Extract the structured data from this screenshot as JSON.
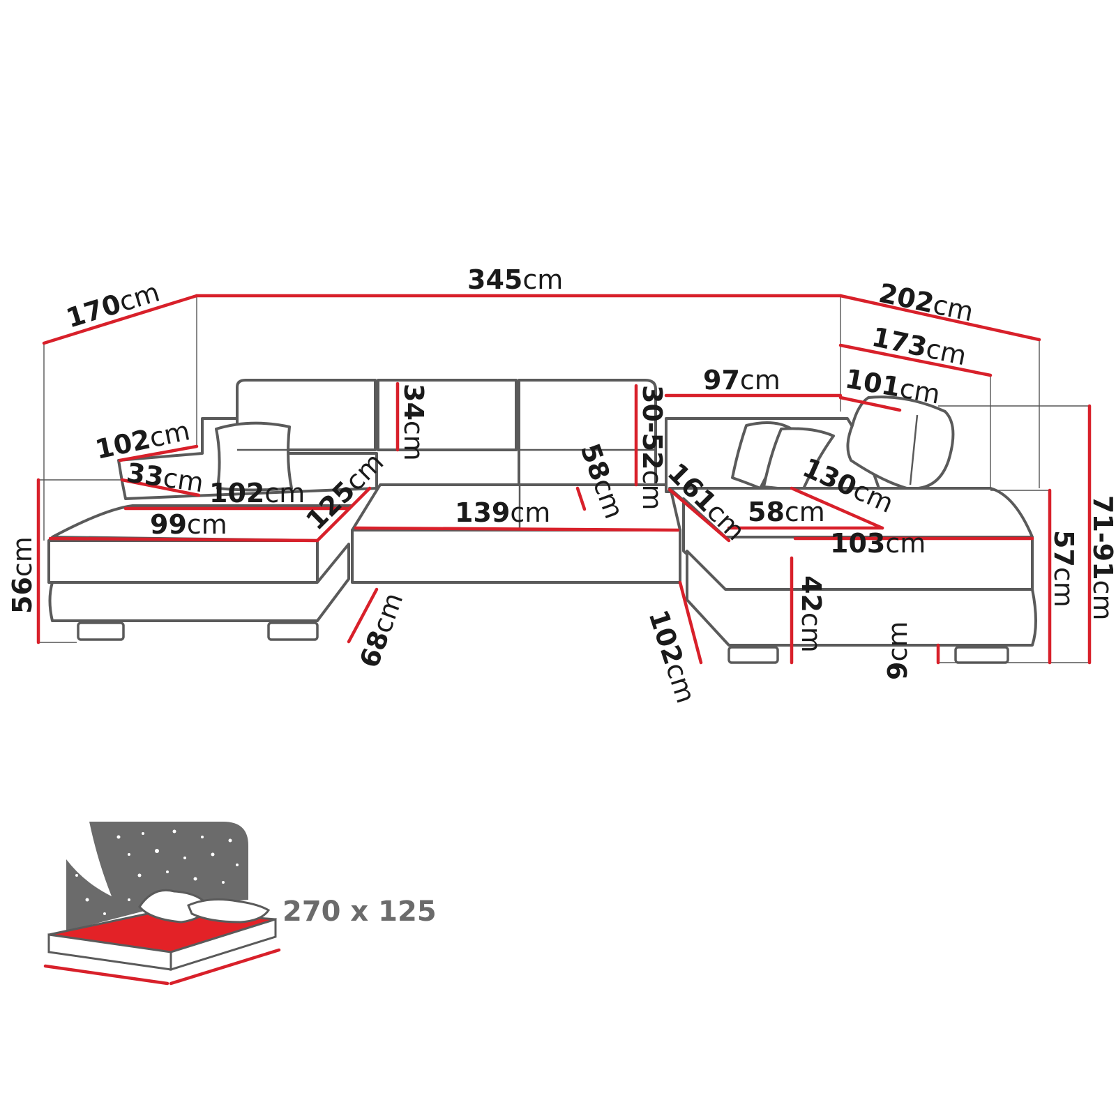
{
  "colors": {
    "outline": "#5a5a5a",
    "dimension_line": "#d8202a",
    "text": "#1a1a1a",
    "bed_surface": "#e32227",
    "night_sky": "#6b6b6b",
    "bed_label": "#6b6b6b"
  },
  "unit": "cm",
  "dimensions": {
    "total_width": "345",
    "left_depth": "170",
    "right_depth": "202",
    "right_inner_depth": "173",
    "right_top_depth": "101",
    "right_headrest_width": "97",
    "left_armrest_length": "102",
    "left_armrest_height": "33",
    "left_seat_width": "102",
    "left_seat_front": "99",
    "left_diagonal": "125",
    "backrest_height": "34",
    "seat_depth_center": "58",
    "center_seat_width": "139",
    "headrest_adjust": "30-52",
    "right_diagonal": "161",
    "right_seat_depth": "58",
    "right_chaise_length": "130",
    "right_seat_width": "103",
    "total_height_right": "57",
    "headrest_height_range": "71-91",
    "left_height": "56",
    "left_corner_depth": "68",
    "right_corner_depth": "102",
    "base_height": "42",
    "leg_height": "9"
  },
  "sleeping_area": {
    "label": "270 x 125",
    "icon": "bed-night-icon"
  }
}
